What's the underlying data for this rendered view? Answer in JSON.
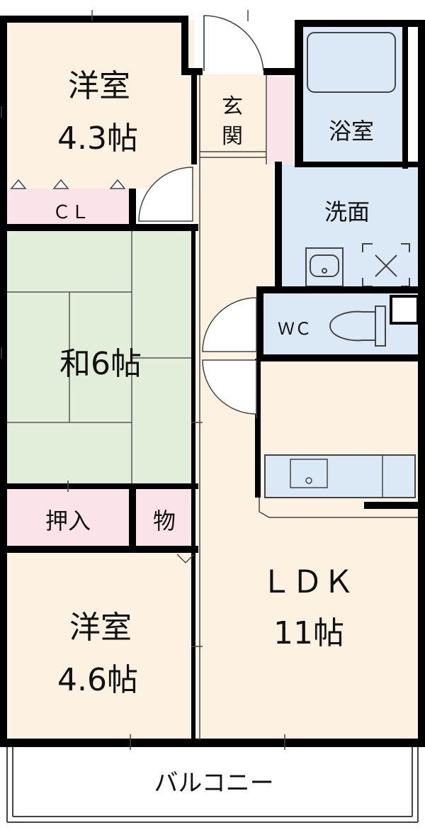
{
  "rooms": {
    "western_north": {
      "name": "洋室",
      "size": "4.3帖"
    },
    "closet": {
      "label": "ＣＬ"
    },
    "entrance": {
      "line1": "玄",
      "line2": "関"
    },
    "bath": {
      "label": "浴室"
    },
    "washroom": {
      "label": "洗面"
    },
    "toilet": {
      "label": "ＷＣ"
    },
    "japanese": {
      "name": "和6帖"
    },
    "oshiire": {
      "label": "押入"
    },
    "storage": {
      "label": "物"
    },
    "western_south": {
      "name": "洋室",
      "size": "4.6帖"
    },
    "ldk": {
      "name": "ＬＤＫ",
      "size": "11帖"
    },
    "balcony": {
      "label": "バルコニー"
    }
  },
  "colors": {
    "wall": "#000000",
    "western_floor": "#fdf2e1",
    "tatami": "#e2eed9",
    "storage_pink": "#fbe3ea",
    "water_blue": "#dbe9f7",
    "line": "#666666"
  }
}
